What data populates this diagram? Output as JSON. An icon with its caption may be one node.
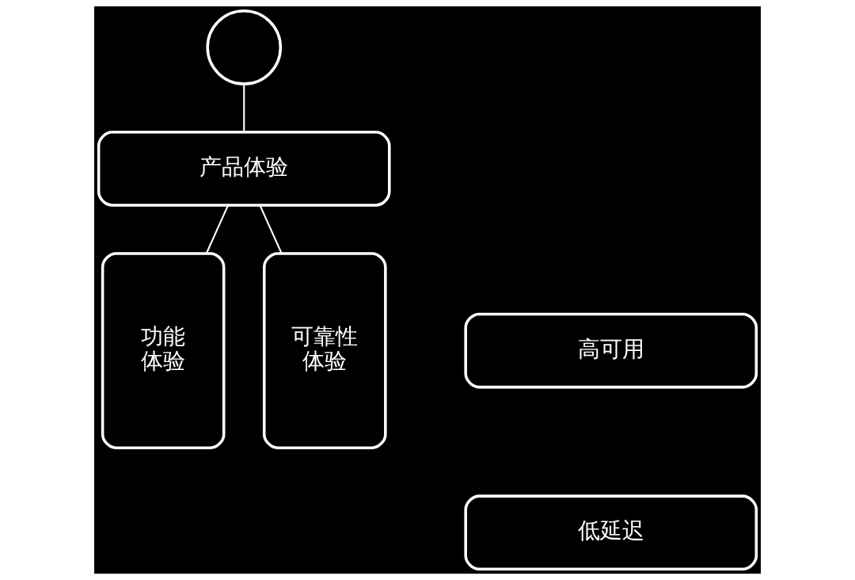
{
  "diagram": {
    "nodes": [
      {
        "text": [],
        "shape": "person"
      },
      {
        "text": [
          "产品体验"
        ]
      },
      {
        "text": [
          "功能体验"
        ]
      },
      {
        "text": [
          "可靠性体验"
        ]
      },
      {
        "text": [
          "高可用"
        ]
      },
      {
        "text": [
          "低延迟"
        ]
      }
    ],
    "edges": [
      {
        "from": 0,
        "to": 1,
        "arrow": "none"
      },
      {
        "from": 1,
        "to": 2,
        "arrow": "none"
      },
      {
        "from": 1,
        "to": 3,
        "arrow": "none"
      }
    ]
  }
}
